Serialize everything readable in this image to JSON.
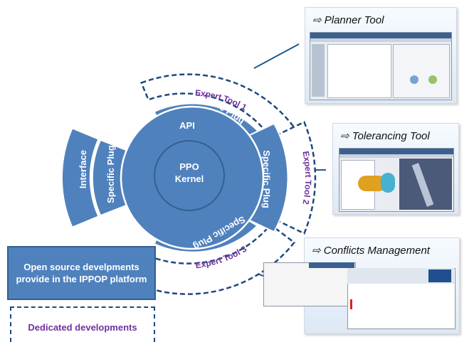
{
  "kernel": {
    "line1": "PPO",
    "line2": "Kernel"
  },
  "api_label": "API",
  "plugs": {
    "left": "Specific Plug",
    "top": "Specific Plug",
    "right": "Specific Plug",
    "bottom": "Specific Plug"
  },
  "interface_label": "Interface",
  "expert_tools": {
    "tool1": "Expert Tool 1",
    "tool2": "Expert Tool 2",
    "tool3": "Expert Tool 3"
  },
  "panels": {
    "planner": {
      "title": "⇨ Planner Tool"
    },
    "tolerancing": {
      "title": "⇨ Tolerancing Tool"
    },
    "conflicts": {
      "title": "⇨ Conflicts Management"
    }
  },
  "legend": {
    "open_source": "Open source develpments provide in the IPPOP platform",
    "dedicated": "Dedicated developments"
  },
  "colors": {
    "fill": "#4f81bd",
    "stroke": "#34608f",
    "dashed": "#1f497d",
    "expert_text": "#7030a0",
    "connector": "#1f5a8a"
  }
}
